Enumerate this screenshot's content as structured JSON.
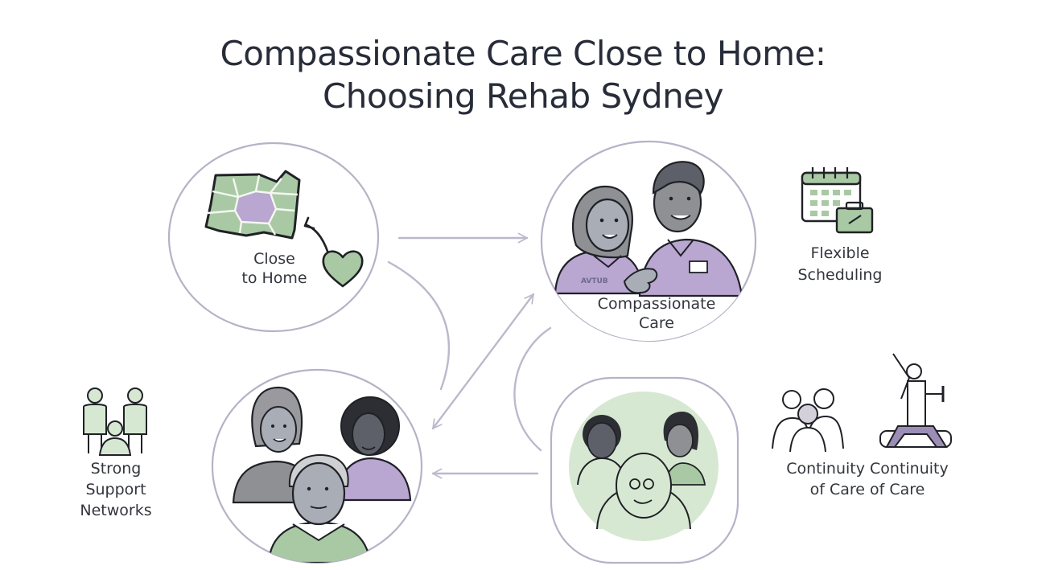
{
  "title": {
    "line1": "Compassionate Care Close to Home:",
    "line2": "Choosing Rehab Sydney"
  },
  "colors": {
    "text": "#272c38",
    "outline": "#b6b2c6",
    "arrow": "#bdb8cc",
    "green": "#a9c9a4",
    "green_light": "#d6e8d2",
    "purple": "#b9a6d1",
    "gray": "#8f9094",
    "ink": "#1f2126"
  },
  "nodes": {
    "close_to_home": {
      "line1": "Close",
      "line2": "to Home",
      "icons": [
        "map-icon",
        "heart-icon"
      ]
    },
    "compassionate_care": {
      "line1": "Compassionate",
      "line2": "Care",
      "badge": "AVTUB"
    },
    "family": {
      "description": "family-group-illustration"
    },
    "patient_support": {
      "description": "patient-with-family-illustration"
    }
  },
  "side_items": {
    "flexible_scheduling": {
      "line1": "Flexible",
      "line2": "Scheduling",
      "icon": "calendar-briefcase-icon"
    },
    "strong_support": {
      "line1": "Strong",
      "line2": "Support",
      "line3": "Networks",
      "icon": "people-group-icon"
    },
    "continuity": {
      "line1": "Continuity Continuity",
      "line2": "of Care of Care",
      "icons": [
        "care-team-icon",
        "exercise-icon"
      ]
    }
  }
}
